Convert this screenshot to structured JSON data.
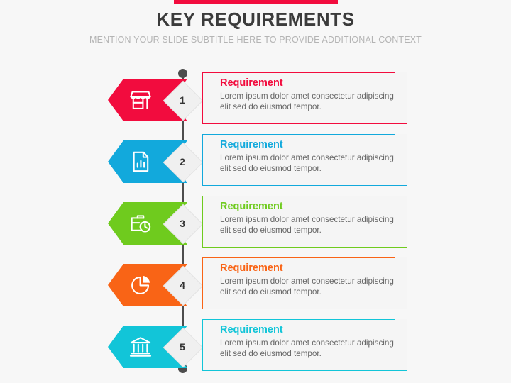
{
  "slide": {
    "title": "KEY REQUIREMENTS",
    "subtitle": "MENTION YOUR SLIDE SUBTITLE HERE TO PROVIDE ADDITIONAL CONTEXT",
    "background_color": "#f7f7f7",
    "accent_bar_color": "#f20c3e",
    "title_color": "#3b3b3b",
    "subtitle_color": "#b4b4b4",
    "timeline_color": "#4d4d4d",
    "diamond_fill": "#f0f0f0",
    "diamond_border": "#e2e2e2",
    "card_fill": "#f5f5f5",
    "body_text_color": "#666666"
  },
  "steps": [
    {
      "number": "1",
      "color": "#f20c3e",
      "icon": "storefront-icon",
      "heading": "Requirement",
      "body": "Lorem ipsum dolor amet consectetur adipiscing elit sed do eiusmod tempor."
    },
    {
      "number": "2",
      "color": "#12a9dc",
      "icon": "document-bar-chart-icon",
      "heading": "Requirement",
      "body": "Lorem ipsum dolor amet consectetur adipiscing elit sed do eiusmod tempor."
    },
    {
      "number": "3",
      "color": "#6fcb1e",
      "icon": "briefcase-clock-icon",
      "heading": "Requirement",
      "body": "Lorem ipsum dolor amet consectetur adipiscing elit sed do eiusmod tempor."
    },
    {
      "number": "4",
      "color": "#f96416",
      "icon": "pie-chart-icon",
      "heading": "Requirement",
      "body": "Lorem ipsum dolor amet consectetur adipiscing elit sed do eiusmod tempor."
    },
    {
      "number": "5",
      "color": "#12c5d8",
      "icon": "bank-building-icon",
      "heading": "Requirement",
      "body": "Lorem ipsum dolor amet consectetur adipiscing elit sed do eiusmod tempor."
    }
  ]
}
